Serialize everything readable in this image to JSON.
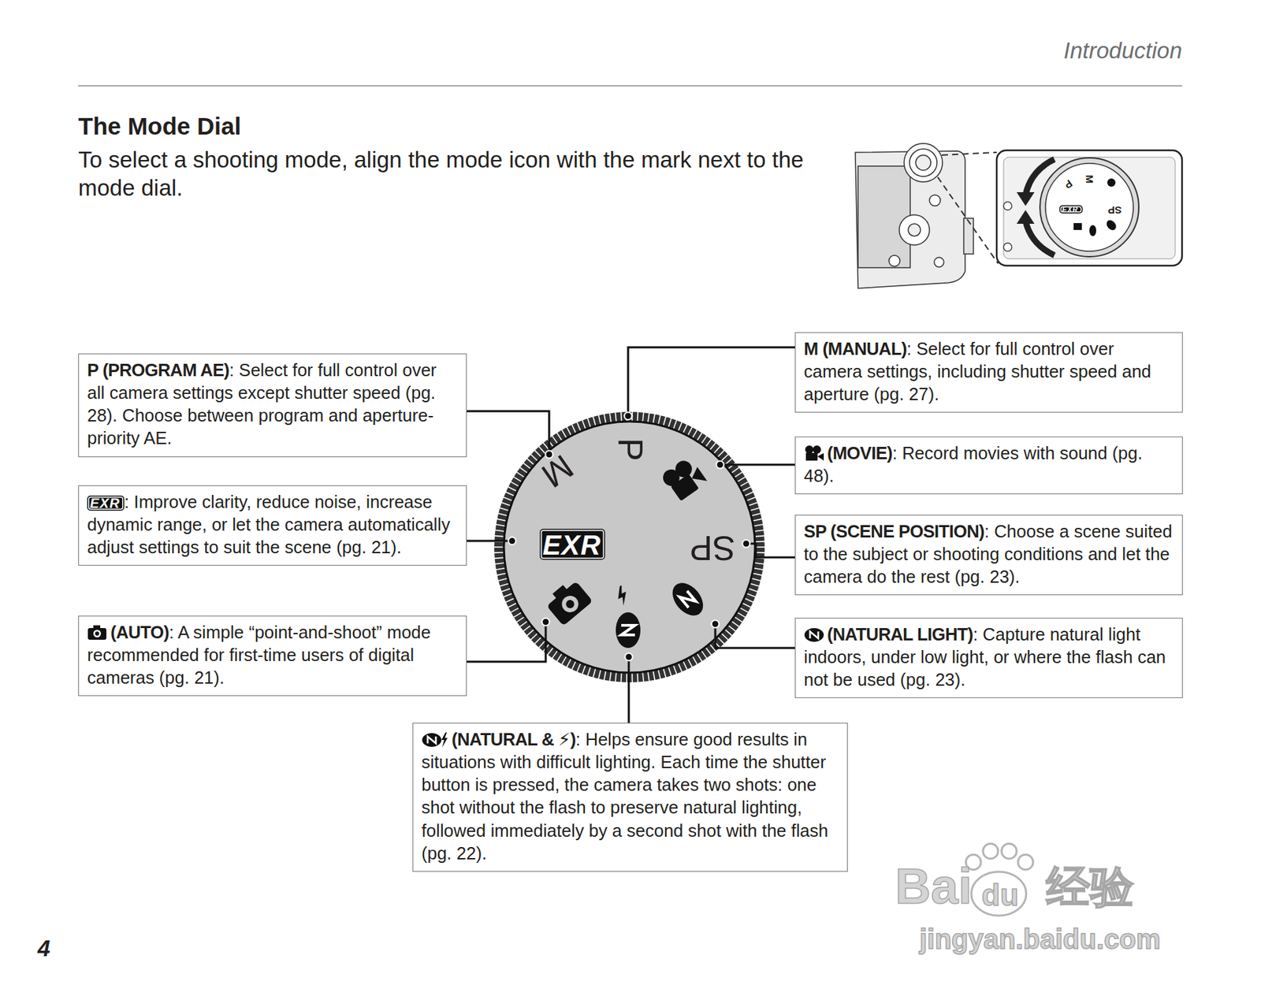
{
  "diagram": {
    "title": "The Mode Dial",
    "nodes": [
      {
        "text": [
          "P (PROGRAM AE)",
          ": Select for full control over all camera settings except shutter speed (pg. 28). Choose between program and aperture-priority AE."
        ]
      },
      {
        "text": [
          "EXR",
          ": Improve clarity, reduce noise, increase dynamic range, or let the camera automatically adjust settings to suit the scene (pg. 21)."
        ]
      },
      {
        "text": [
          "(AUTO)",
          ": A simple “point-and-shoot” mode recommended for first-time users of digital cameras (pg. 21)."
        ]
      },
      {
        "text": [
          "M (MANUAL)",
          ": Select for full control over camera settings, including shutter speed and aperture (pg. 27)."
        ]
      },
      {
        "text": [
          "(MOVIE)",
          ": Record movies with sound (pg. 48)."
        ]
      },
      {
        "text": [
          "SP (SCENE POSITION)",
          ": Choose a scene suited to the subject or shooting conditions and let the camera do the rest (pg. 23)."
        ]
      },
      {
        "text": [
          "(NATURAL LIGHT)",
          ": Capture natural light indoors, under low light, or where the flash can not be used (pg. 23)."
        ]
      },
      {
        "text": [
          "(NATURAL & ⚡)",
          ": Helps ensure good results in situations with difficult lighting. Each time the shutter button is pressed, the camera takes two shots: one shot without the flash to preserve natural lighting, followed immediately by a second shot with the flash (pg. 22)."
        ]
      }
    ],
    "labels": [
      "Introduction",
      "To select a shooting mode, align the mode icon with the mark next to the mode dial.",
      "P",
      "M",
      "EXR",
      "SP",
      "M",
      "P",
      "EXR",
      "SP",
      "Bai",
      "du",
      "经验",
      "jingyan.baidu.com",
      "4"
    ]
  }
}
